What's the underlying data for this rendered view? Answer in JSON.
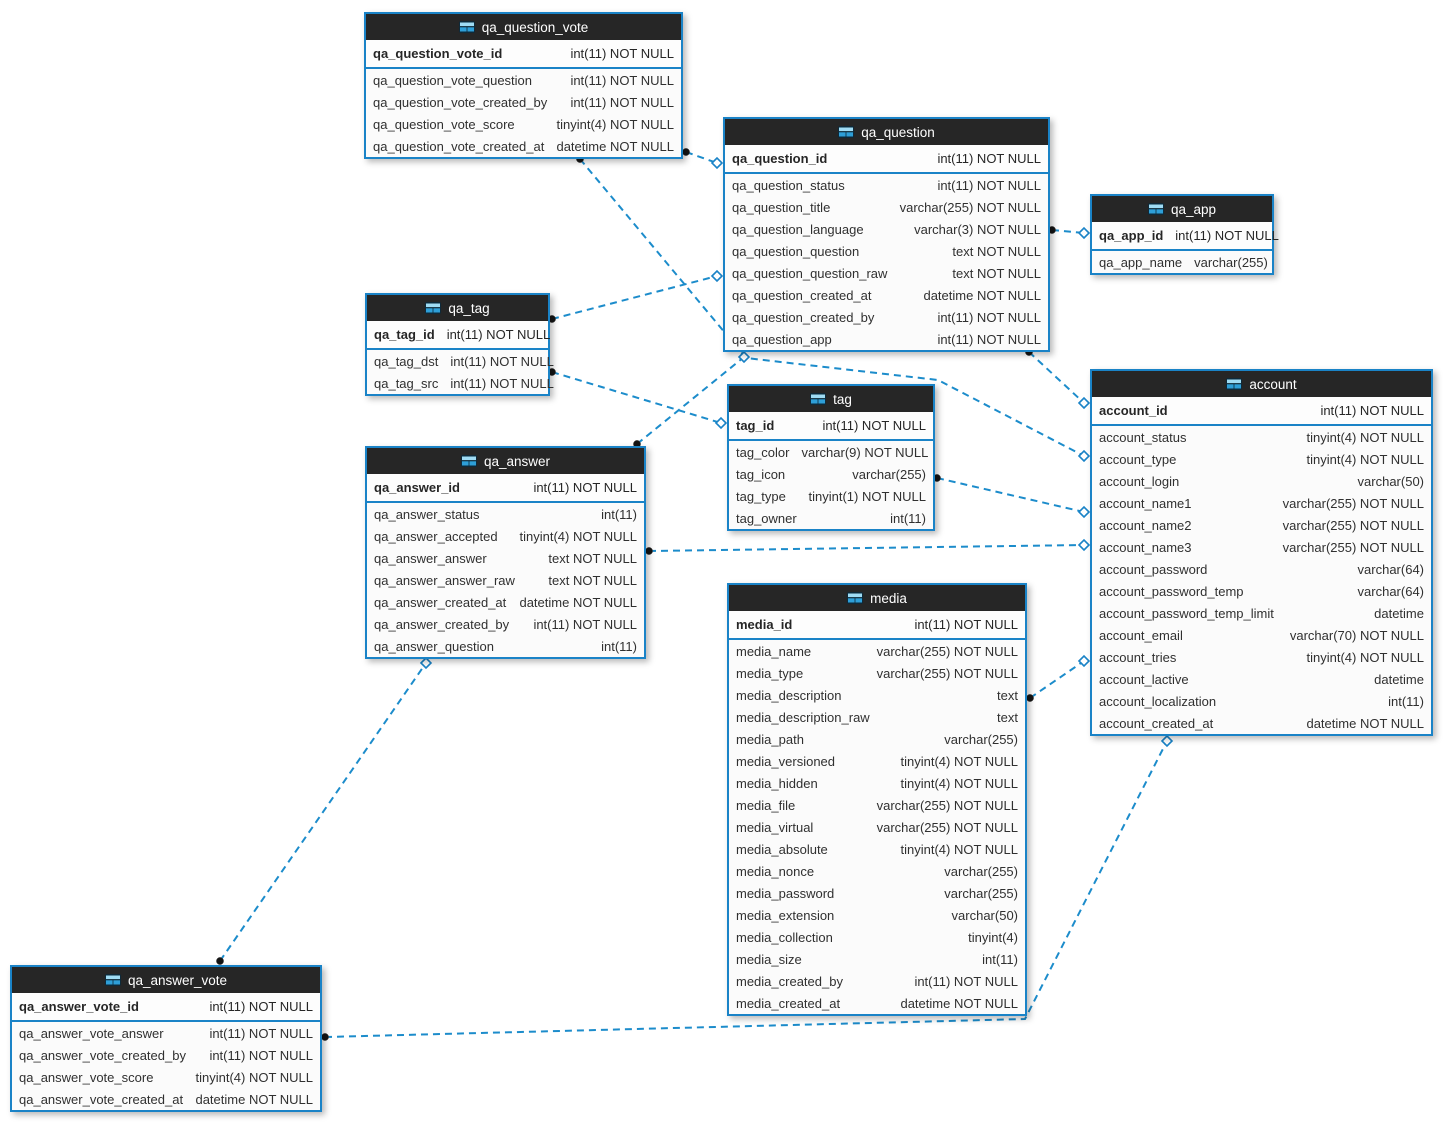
{
  "diagram": {
    "kind": "database-er-diagram",
    "colors": {
      "table_border": "#1a83c7",
      "header_bg": "#262626",
      "header_text": "#ffffff",
      "body_bg": "#fbfbfb",
      "relationship_line": "#1c8ccb",
      "endpoint_dot": "#141414",
      "table_icon_blue": "#2e9fd8",
      "table_icon_light": "#9fdcf4"
    }
  },
  "tables": [
    {
      "name": "qa_question_vote",
      "pk": {
        "name": "qa_question_vote_id",
        "type": "int(11) NOT NULL"
      },
      "fields": [
        {
          "name": "qa_question_vote_question",
          "type": "int(11) NOT NULL"
        },
        {
          "name": "qa_question_vote_created_by",
          "type": "int(11) NOT NULL"
        },
        {
          "name": "qa_question_vote_score",
          "type": "tinyint(4) NOT NULL"
        },
        {
          "name": "qa_question_vote_created_at",
          "type": "datetime NOT NULL"
        }
      ]
    },
    {
      "name": "qa_question",
      "pk": {
        "name": "qa_question_id",
        "type": "int(11) NOT NULL"
      },
      "fields": [
        {
          "name": "qa_question_status",
          "type": "int(11) NOT NULL"
        },
        {
          "name": "qa_question_title",
          "type": "varchar(255) NOT NULL"
        },
        {
          "name": "qa_question_language",
          "type": "varchar(3) NOT NULL"
        },
        {
          "name": "qa_question_question",
          "type": "text NOT NULL"
        },
        {
          "name": "qa_question_question_raw",
          "type": "text NOT NULL"
        },
        {
          "name": "qa_question_created_at",
          "type": "datetime NOT NULL"
        },
        {
          "name": "qa_question_created_by",
          "type": "int(11) NOT NULL"
        },
        {
          "name": "qa_question_app",
          "type": "int(11) NOT NULL"
        }
      ]
    },
    {
      "name": "qa_app",
      "pk": {
        "name": "qa_app_id",
        "type": "int(11) NOT NULL"
      },
      "fields": [
        {
          "name": "qa_app_name",
          "type": "varchar(255)"
        }
      ]
    },
    {
      "name": "qa_tag",
      "pk": {
        "name": "qa_tag_id",
        "type": "int(11) NOT NULL"
      },
      "fields": [
        {
          "name": "qa_tag_dst",
          "type": "int(11) NOT NULL"
        },
        {
          "name": "qa_tag_src",
          "type": "int(11) NOT NULL"
        }
      ]
    },
    {
      "name": "tag",
      "pk": {
        "name": "tag_id",
        "type": "int(11) NOT NULL"
      },
      "fields": [
        {
          "name": "tag_color",
          "type": "varchar(9) NOT NULL"
        },
        {
          "name": "tag_icon",
          "type": "varchar(255)"
        },
        {
          "name": "tag_type",
          "type": "tinyint(1) NOT NULL"
        },
        {
          "name": "tag_owner",
          "type": "int(11)"
        }
      ]
    },
    {
      "name": "qa_answer",
      "pk": {
        "name": "qa_answer_id",
        "type": "int(11) NOT NULL"
      },
      "fields": [
        {
          "name": "qa_answer_status",
          "type": "int(11)"
        },
        {
          "name": "qa_answer_accepted",
          "type": "tinyint(4) NOT NULL"
        },
        {
          "name": "qa_answer_answer",
          "type": "text NOT NULL"
        },
        {
          "name": "qa_answer_answer_raw",
          "type": "text NOT NULL"
        },
        {
          "name": "qa_answer_created_at",
          "type": "datetime NOT NULL"
        },
        {
          "name": "qa_answer_created_by",
          "type": "int(11) NOT NULL"
        },
        {
          "name": "qa_answer_question",
          "type": "int(11)"
        }
      ]
    },
    {
      "name": "media",
      "pk": {
        "name": "media_id",
        "type": "int(11) NOT NULL"
      },
      "fields": [
        {
          "name": "media_name",
          "type": "varchar(255) NOT NULL"
        },
        {
          "name": "media_type",
          "type": "varchar(255) NOT NULL"
        },
        {
          "name": "media_description",
          "type": "text"
        },
        {
          "name": "media_description_raw",
          "type": "text"
        },
        {
          "name": "media_path",
          "type": "varchar(255)"
        },
        {
          "name": "media_versioned",
          "type": "tinyint(4) NOT NULL"
        },
        {
          "name": "media_hidden",
          "type": "tinyint(4) NOT NULL"
        },
        {
          "name": "media_file",
          "type": "varchar(255) NOT NULL"
        },
        {
          "name": "media_virtual",
          "type": "varchar(255) NOT NULL"
        },
        {
          "name": "media_absolute",
          "type": "tinyint(4) NOT NULL"
        },
        {
          "name": "media_nonce",
          "type": "varchar(255)"
        },
        {
          "name": "media_password",
          "type": "varchar(255)"
        },
        {
          "name": "media_extension",
          "type": "varchar(50)"
        },
        {
          "name": "media_collection",
          "type": "tinyint(4)"
        },
        {
          "name": "media_size",
          "type": "int(11)"
        },
        {
          "name": "media_created_by",
          "type": "int(11) NOT NULL"
        },
        {
          "name": "media_created_at",
          "type": "datetime NOT NULL"
        }
      ]
    },
    {
      "name": "account",
      "pk": {
        "name": "account_id",
        "type": "int(11) NOT NULL"
      },
      "fields": [
        {
          "name": "account_status",
          "type": "tinyint(4) NOT NULL"
        },
        {
          "name": "account_type",
          "type": "tinyint(4) NOT NULL"
        },
        {
          "name": "account_login",
          "type": "varchar(50)"
        },
        {
          "name": "account_name1",
          "type": "varchar(255) NOT NULL"
        },
        {
          "name": "account_name2",
          "type": "varchar(255) NOT NULL"
        },
        {
          "name": "account_name3",
          "type": "varchar(255) NOT NULL"
        },
        {
          "name": "account_password",
          "type": "varchar(64)"
        },
        {
          "name": "account_password_temp",
          "type": "varchar(64)"
        },
        {
          "name": "account_password_temp_limit",
          "type": "datetime"
        },
        {
          "name": "account_email",
          "type": "varchar(70) NOT NULL"
        },
        {
          "name": "account_tries",
          "type": "tinyint(4) NOT NULL"
        },
        {
          "name": "account_lactive",
          "type": "datetime"
        },
        {
          "name": "account_localization",
          "type": "int(11)"
        },
        {
          "name": "account_created_at",
          "type": "datetime NOT NULL"
        }
      ]
    },
    {
      "name": "qa_answer_vote",
      "pk": {
        "name": "qa_answer_vote_id",
        "type": "int(11) NOT NULL"
      },
      "fields": [
        {
          "name": "qa_answer_vote_answer",
          "type": "int(11) NOT NULL"
        },
        {
          "name": "qa_answer_vote_created_by",
          "type": "int(11) NOT NULL"
        },
        {
          "name": "qa_answer_vote_score",
          "type": "tinyint(4) NOT NULL"
        },
        {
          "name": "qa_answer_vote_created_at",
          "type": "datetime NOT NULL"
        }
      ]
    }
  ],
  "relationships": [
    {
      "from": "qa_question_vote.qa_question_vote_question",
      "to": "qa_question.qa_question_id"
    },
    {
      "from": "qa_question_vote.qa_question_vote_created_by",
      "to": "account.account_id"
    },
    {
      "from": "qa_question.qa_question_created_by",
      "to": "account.account_id"
    },
    {
      "from": "qa_question.qa_question_app",
      "to": "qa_app.qa_app_id"
    },
    {
      "from": "qa_tag.qa_tag_dst",
      "to": "qa_question.qa_question_id"
    },
    {
      "from": "qa_tag.qa_tag_src",
      "to": "tag.tag_id"
    },
    {
      "from": "qa_answer.qa_answer_question",
      "to": "qa_question.qa_question_id"
    },
    {
      "from": "qa_answer.qa_answer_created_by",
      "to": "account.account_id"
    },
    {
      "from": "tag.tag_owner",
      "to": "account.account_id"
    },
    {
      "from": "media.media_created_by",
      "to": "account.account_id"
    },
    {
      "from": "qa_answer_vote.qa_answer_vote_answer",
      "to": "qa_answer.qa_answer_id"
    },
    {
      "from": "qa_answer_vote.qa_answer_vote_created_by",
      "to": "account.account_id"
    }
  ]
}
